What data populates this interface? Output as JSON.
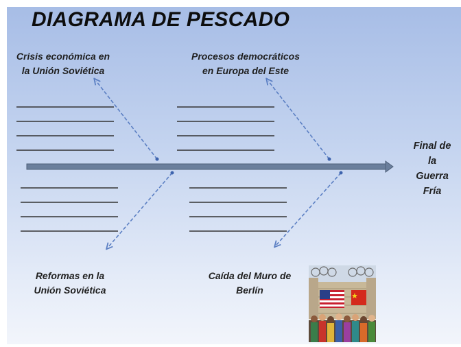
{
  "title": "DIAGRAMA DE PESCADO",
  "effect": {
    "lines": [
      "Final de",
      "la",
      "Guerra",
      "Fría"
    ]
  },
  "causes": {
    "top_left": {
      "lines": [
        "Crisis económica en",
        "la Unión Soviética"
      ]
    },
    "top_right": {
      "lines": [
        "Procesos democráticos",
        "en Europa del Este"
      ]
    },
    "bottom_left": {
      "lines": [
        "Reformas en la",
        "Unión Soviética"
      ]
    },
    "bottom_right": {
      "lines": [
        "Caída del Muro de",
        "Berlín"
      ]
    }
  },
  "colors": {
    "spine": "#6b7f9c",
    "bone": "#5b7fc3",
    "line": "#333333",
    "title": "#0d0d0d"
  },
  "illustration": {
    "icon": "berlin-wall-crowd-illustration",
    "flags": [
      "us-flag-icon",
      "china-flag-icon"
    ]
  }
}
